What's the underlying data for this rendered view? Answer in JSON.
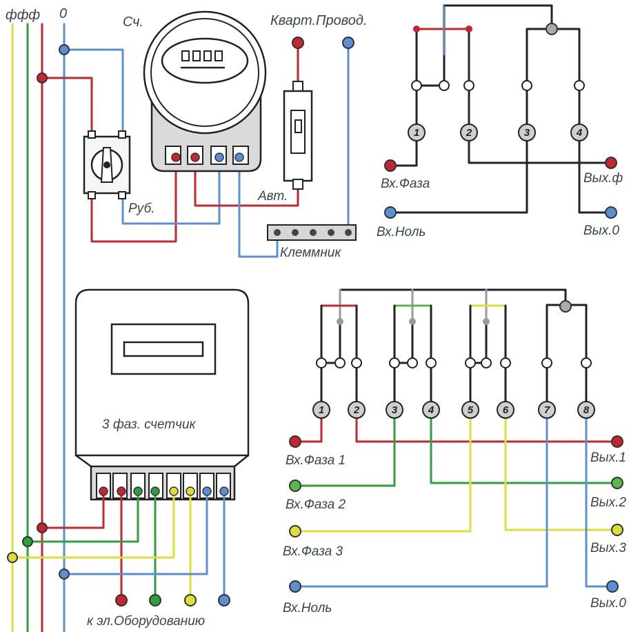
{
  "top_labels": {
    "phases": "ффф",
    "zero": "0",
    "meter": "Сч.",
    "apartment_wiring": "Кварт.Провод."
  },
  "left_labels": {
    "switch": "Руб.",
    "breaker": "Авт.",
    "terminal": "Клеммник"
  },
  "meter3_label": "3 фаз. счетчик",
  "equipment_label": "к эл.Оборудованию",
  "single_phase": {
    "terminals": [
      "1",
      "2",
      "3",
      "4"
    ],
    "in_phase": "Вх.Фаза",
    "in_zero": "Вх.Ноль",
    "out_phase": "Вых.ф",
    "out_zero": "Вых.0"
  },
  "three_phase": {
    "terminals": [
      "1",
      "2",
      "3",
      "4",
      "5",
      "6",
      "7",
      "8"
    ],
    "in_phase1": "Вх.Фаза 1",
    "in_phase2": "Вх.Фаза 2",
    "in_phase3": "Вх.Фаза 3",
    "in_zero": "Вх.Ноль",
    "out1": "Вых.1",
    "out2": "Вых.2",
    "out3": "Вых.3",
    "out0": "Вых.0"
  },
  "colors": {
    "phase": "#c4252f",
    "zero": "#5b8fd3",
    "phase2": "#2f9e3c",
    "phase3": "#dede3a"
  }
}
